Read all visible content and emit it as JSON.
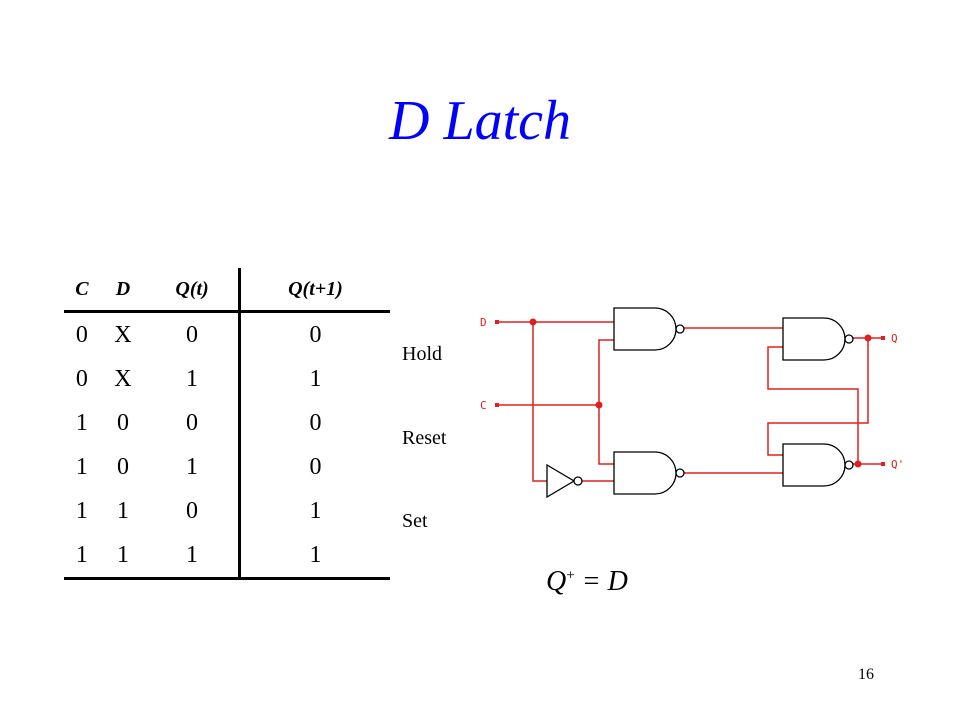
{
  "slide": {
    "title": "D Latch",
    "page_number": "16"
  },
  "truth_table": {
    "headers": [
      "C",
      "D",
      "Q(t)",
      "Q(t+1)"
    ],
    "rows": [
      [
        "0",
        "X",
        "0",
        "0"
      ],
      [
        "0",
        "X",
        "1",
        "1"
      ],
      [
        "1",
        "0",
        "0",
        "0"
      ],
      [
        "1",
        "0",
        "1",
        "0"
      ],
      [
        "1",
        "1",
        "0",
        "1"
      ],
      [
        "1",
        "1",
        "1",
        "1"
      ]
    ]
  },
  "annotations": {
    "hold": "Hold",
    "reset": "Reset",
    "set": "Set"
  },
  "equation": {
    "lhs": "Q",
    "superscript": "+",
    "rhs": "= D"
  },
  "circuit": {
    "input_d": "D",
    "input_c": "C",
    "output_q": "Q",
    "output_q_bar": "Q'",
    "wire_color": "#e02020",
    "label_color": "#e02020",
    "gate_stroke": "#000000"
  },
  "colors": {
    "title": "#0000ff"
  }
}
